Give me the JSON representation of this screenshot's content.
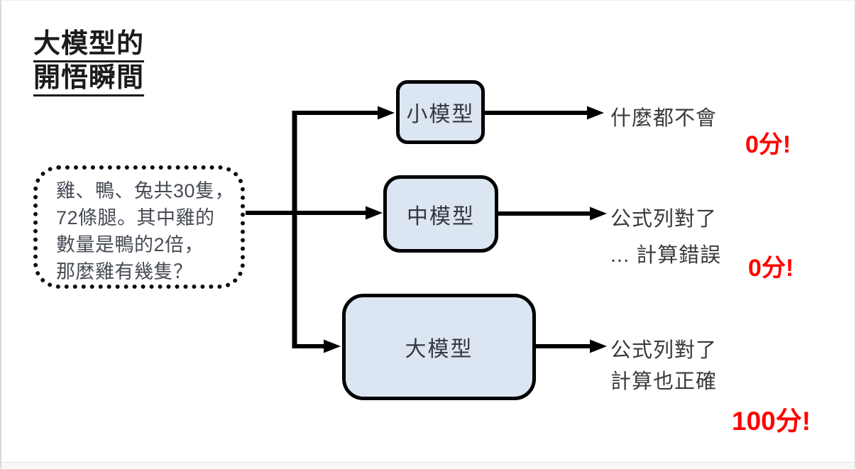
{
  "title": {
    "line1": "大模型的",
    "line2": "開悟瞬間"
  },
  "question": {
    "lines": [
      "雞、鴨、兔共30隻，",
      "72條腿。其中雞的",
      "數量是鴨的2倍，",
      "那麼雞有幾隻？"
    ]
  },
  "models": [
    {
      "label": "小模型",
      "result_lines": [
        "什麼都不會"
      ],
      "score": "0分!"
    },
    {
      "label": "中模型",
      "result_lines": [
        "公式列對了",
        "... 計算錯誤"
      ],
      "score": "0分!"
    },
    {
      "label": "大模型",
      "result_lines": [
        "公式列對了",
        "計算也正確"
      ],
      "score": "100分!"
    }
  ],
  "colors": {
    "box_fill": "#dce6f2",
    "box_border": "#000000",
    "arrow": "#000000",
    "score_red": "#ff0000",
    "question_text": "#474b55",
    "title_text": "#1b1b1b"
  }
}
